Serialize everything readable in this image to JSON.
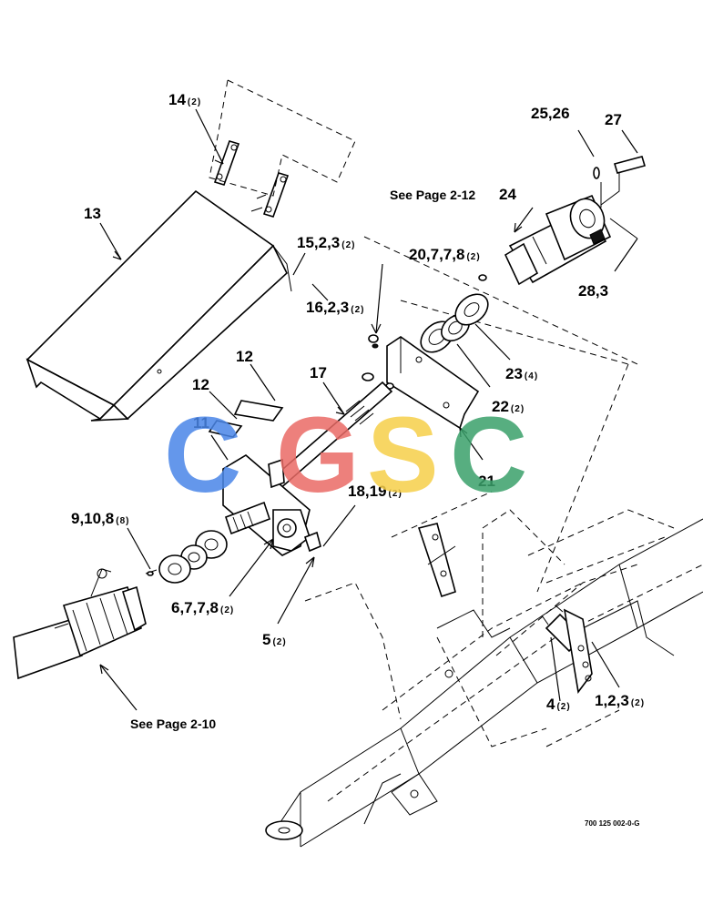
{
  "callouts": {
    "c14": {
      "num": "14",
      "qty": "(2)"
    },
    "c13": {
      "num": "13",
      "qty": ""
    },
    "c15": {
      "num": "15,2,3",
      "qty": "(2)"
    },
    "c16": {
      "num": "16,2,3",
      "qty": "(2)"
    },
    "c20": {
      "num": "20,7,7,8",
      "qty": "(2)"
    },
    "c12a": {
      "num": "12",
      "qty": ""
    },
    "c12b": {
      "num": "12",
      "qty": ""
    },
    "c11": {
      "num": "11",
      "qty": ""
    },
    "c17": {
      "num": "17",
      "qty": ""
    },
    "c18": {
      "num": "18,19",
      "qty": "(2)"
    },
    "c9": {
      "num": "9,10,8",
      "qty": "(8)"
    },
    "c6": {
      "num": "6,7,7,8",
      "qty": "(2)"
    },
    "c5": {
      "num": "5",
      "qty": "(2)"
    },
    "c21": {
      "num": "21",
      "qty": ""
    },
    "c22": {
      "num": "22",
      "qty": "(2)"
    },
    "c23": {
      "num": "23",
      "qty": "(4)"
    },
    "c24": {
      "num": "24",
      "qty": ""
    },
    "c25": {
      "num": "25,26",
      "qty": ""
    },
    "c27": {
      "num": "27",
      "qty": ""
    },
    "c28": {
      "num": "28,3",
      "qty": ""
    },
    "c4": {
      "num": "4",
      "qty": "(2)"
    },
    "c1": {
      "num": "1,2,3",
      "qty": "(2)"
    }
  },
  "notes": {
    "see_2_12": "See Page 2-12",
    "see_2_10": "See Page 2-10"
  },
  "watermark": {
    "letters": [
      "C",
      "G",
      "S",
      "C"
    ],
    "colors": [
      "#4a86e8",
      "#ea6b66",
      "#f6cf4a",
      "#3aa06a"
    ]
  },
  "drawing_code": "700 125 002-0-G"
}
